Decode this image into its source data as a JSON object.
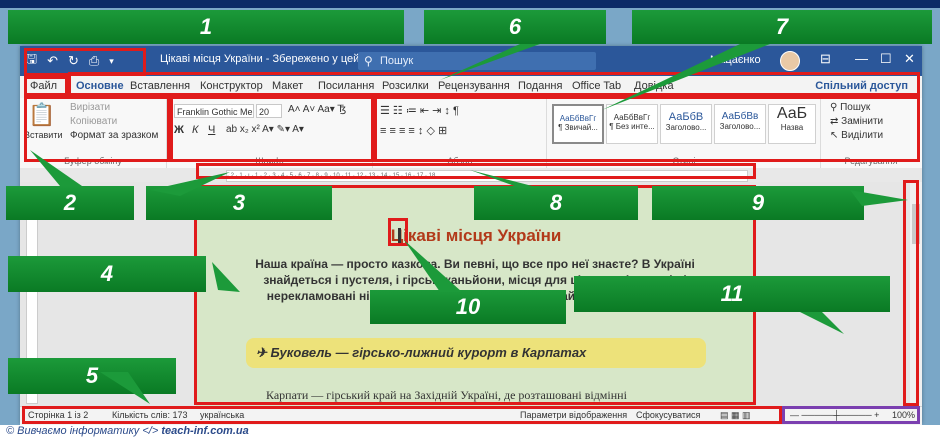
{
  "titlebar": {
    "title": "Цікаві місця України  -  Збережено у цей ПК",
    "search_placeholder": "Пошук",
    "user_name": "Мацаєнко"
  },
  "tabs": [
    "Файл",
    "Основне",
    "Вставлення",
    "Конструктор",
    "Макет",
    "Посилання",
    "Розсилки",
    "Рецензування",
    "Подання",
    "Office Tab",
    "Довідка"
  ],
  "share_label": "Спільний доступ",
  "ribbon": {
    "clipboard": {
      "paste": "Вставити",
      "cut": "Вирізати",
      "copy": "Копіювати",
      "format_painter": "Формат за зразком",
      "label": "Буфер обміну"
    },
    "font": {
      "font_name": "Franklin Gothic Me",
      "font_size": "20",
      "label": "Шрифт"
    },
    "paragraph": {
      "label": "Абзац"
    },
    "styles": {
      "items": [
        "АаБбВвГг",
        "АаБбВвГг",
        "АаБбВ",
        "АаБбВв",
        "АаБ"
      ],
      "names": [
        "¶ Звичай...",
        "¶ Без инте...",
        "Заголово...",
        "Заголово...",
        "Назва"
      ],
      "label": "Стилі"
    },
    "editing": {
      "find": "Пошук",
      "replace": "Замінити",
      "select": "Виділити",
      "label": "Редагування"
    }
  },
  "ruler_text": "· 2 · 1 · ı · 1 · 2 · 3 · 4 · 5 · 6 · 7 · 8 · 9 · 10 · 11 · 12 · 13 · 14 · 15 · 16 · 17 · 18",
  "document": {
    "title": "Цікаві місця України",
    "paragraph": "Наша країна — просто казкова. Ви певні, що все про неї знаєте? В Україні знайдеться і пустеля, і гірські каньйони, місця для цікавих відкриттів і нерекламовані ніким заповідники та пам'ятки. Знайди своє місце для відпочинку під час відпустки!",
    "section_heading": "Буковель — гірсько-лижний курорт в Карпатах",
    "paragraph2": "Карпати — гірський край на Західній Україні, де розташовані відмінні"
  },
  "status": {
    "page": "Сторінка 1 із 2",
    "words": "Кількість слів: 173",
    "language": "українська",
    "display_settings": "Параметри відображення",
    "focus": "Сфокусуватися",
    "zoom": "100%"
  },
  "callouts": [
    "1",
    "2",
    "3",
    "4",
    "5",
    "6",
    "7",
    "8",
    "9",
    "10",
    "11"
  ],
  "footer": {
    "prefix": "© Вивчаємо інформатику",
    "site": "teach-inf.com.ua"
  },
  "colors": {
    "callout_green": "#1c9a3a",
    "highlight_red": "#e01b1b",
    "title_blue": "#2b579a",
    "zoom_purple": "#7b3fb0"
  }
}
